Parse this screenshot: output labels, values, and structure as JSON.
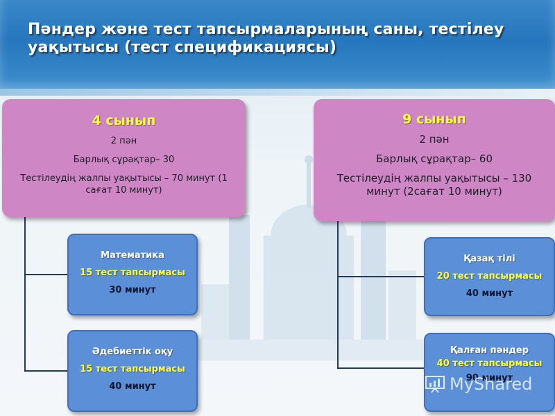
{
  "slide": {
    "title": "Пәндер және тест тапсырмаларының саны, тестілеу уақытысы (тест спецификациясы)"
  },
  "grade4": {
    "title": "4 сынып",
    "subjects_count": "2 пән",
    "total_questions": "Барлық сұрақтар– 30",
    "total_time": "Тестілеудің жалпы уақытысы – 70 минут (1 сағат 10 минут)",
    "subjects": [
      {
        "name": "Математика",
        "tasks": "15 тест тапсырмасы",
        "time": "30 минут"
      },
      {
        "name": "Әдебиеттік оқу",
        "tasks": "15 тест тапсырмасы",
        "time": "40 минут"
      }
    ]
  },
  "grade9": {
    "title": "9 сынып",
    "subjects_count": "2 пән",
    "total_questions": "Барлық сұрақтар– 60",
    "total_time": "Тестілеудің жалпы уақытысы – 130 минут (2сағат 10 минут)",
    "subjects": [
      {
        "name": "Қазақ тілі",
        "tasks": "20 тест тапсырмасы",
        "time": "40 минут"
      },
      {
        "name": "Қалған пәндер",
        "tasks": "40 тест тапсырмасы",
        "time": "90 минут"
      }
    ]
  },
  "watermark": {
    "text": "MyShared"
  },
  "colors": {
    "header_blue": "#2676bd",
    "grade_box": "#cf86c4",
    "subject_box": "#5b8fd8",
    "highlight_yellow": "#ffff33"
  }
}
